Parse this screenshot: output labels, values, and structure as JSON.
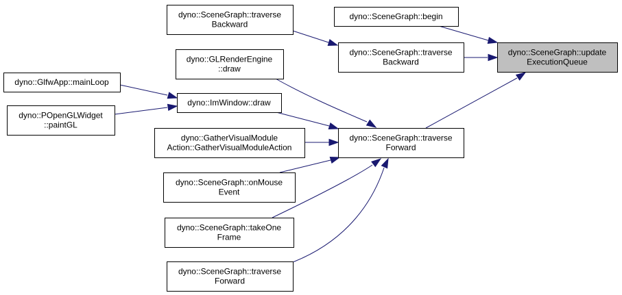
{
  "colors": {
    "edge": "#191970",
    "node_fill": "#ffffff",
    "current_fill": "#bfbfbf",
    "border": "#000000"
  },
  "nodes": [
    {
      "id": "update",
      "lines": [
        "dyno::SceneGraph::update",
        "ExecutionQueue"
      ],
      "current": true
    },
    {
      "id": "begin",
      "lines": [
        "dyno::SceneGraph::begin"
      ]
    },
    {
      "id": "tb_mid",
      "lines": [
        "dyno::SceneGraph::traverse",
        "Backward"
      ]
    },
    {
      "id": "tb_top",
      "lines": [
        "dyno::SceneGraph::traverse",
        "Backward"
      ]
    },
    {
      "id": "tf_mid",
      "lines": [
        "dyno::SceneGraph::traverse",
        "Forward"
      ]
    },
    {
      "id": "glrender",
      "lines": [
        "dyno::GLRenderEngine",
        "::draw"
      ]
    },
    {
      "id": "imwindow",
      "lines": [
        "dyno::ImWindow::draw"
      ]
    },
    {
      "id": "gather",
      "lines": [
        "dyno::GatherVisualModule",
        "Action::GatherVisualModuleAction"
      ]
    },
    {
      "id": "onmouse",
      "lines": [
        "dyno::SceneGraph::onMouse",
        "Event"
      ]
    },
    {
      "id": "takeone",
      "lines": [
        "dyno::SceneGraph::takeOne",
        "Frame"
      ]
    },
    {
      "id": "tf_bot",
      "lines": [
        "dyno::SceneGraph::traverse",
        "Forward"
      ]
    },
    {
      "id": "glfw",
      "lines": [
        "dyno::GlfwApp::mainLoop"
      ]
    },
    {
      "id": "popengl",
      "lines": [
        "dyno::POpenGLWidget",
        "::paintGL"
      ]
    }
  ],
  "edges": [
    {
      "from": "begin",
      "to": "update"
    },
    {
      "from": "tb_mid",
      "to": "update"
    },
    {
      "from": "tf_mid",
      "to": "update"
    },
    {
      "from": "tb_top",
      "to": "tb_mid"
    },
    {
      "from": "glrender",
      "to": "tf_mid"
    },
    {
      "from": "imwindow",
      "to": "tf_mid"
    },
    {
      "from": "gather",
      "to": "tf_mid"
    },
    {
      "from": "onmouse",
      "to": "tf_mid"
    },
    {
      "from": "takeone",
      "to": "tf_mid"
    },
    {
      "from": "tf_bot",
      "to": "tf_mid"
    },
    {
      "from": "glfw",
      "to": "imwindow"
    },
    {
      "from": "popengl",
      "to": "imwindow"
    }
  ]
}
